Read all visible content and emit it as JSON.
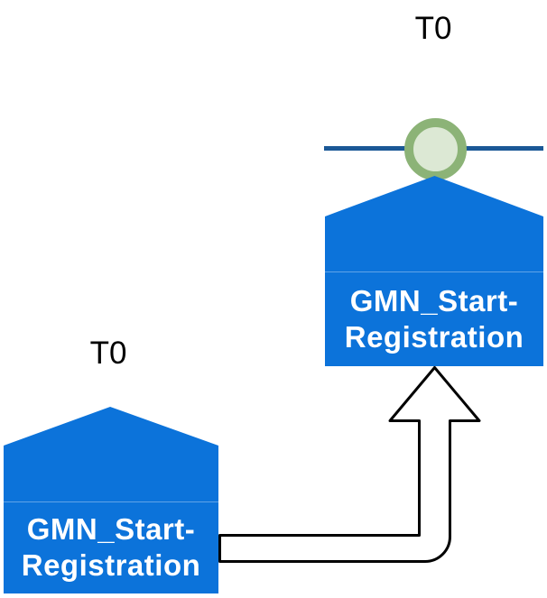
{
  "diagram": {
    "background": "#ffffff",
    "colors": {
      "background": "#ffffff",
      "label_text": "#000000",
      "timeline_line": "#1a5896",
      "milestone_ring": "#8cb377",
      "milestone_fill": "#dce8d4",
      "shape_fill": "#0c73da",
      "shape_divider": "rgba(255,255,255,0.35)",
      "shape_text": "#ffffff",
      "connector_stroke": "#000000",
      "connector_fill": "#ffffff"
    },
    "target_group": {
      "timeline_label": "T0",
      "shape": {
        "line1": "GMN_Start-",
        "line2": "Registration"
      }
    },
    "source_group": {
      "timeline_label": "T0",
      "shape": {
        "line1": "GMN_Start-",
        "line2": "Registration"
      }
    },
    "icons": {
      "milestone_circle": "milestone-circle-icon",
      "connector": "bent-up-arrow-icon"
    }
  }
}
